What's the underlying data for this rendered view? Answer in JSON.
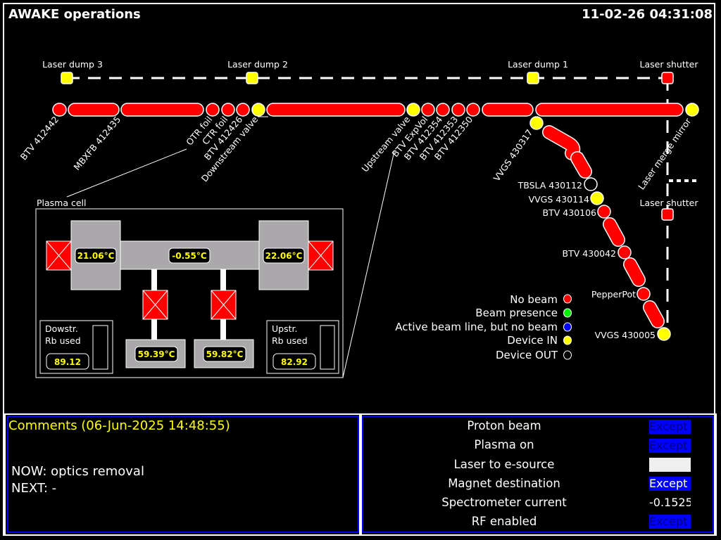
{
  "header": {
    "title": "AWAKE operations",
    "datetime": "11-02-26 04:31:08"
  },
  "colors": {
    "no_beam": "#ff0000",
    "beam_presence": "#00ee00",
    "active_no_beam": "#0000ff",
    "device_in": "#ffff00",
    "device_out": "#000000",
    "panel_border": "#0000ff",
    "comment_title": "#ffff00"
  },
  "laser_line": {
    "devices": [
      {
        "label": "Laser dump 3",
        "state": "device_in"
      },
      {
        "label": "Laser dump 2",
        "state": "device_in"
      },
      {
        "label": "Laser dump 1",
        "state": "device_in"
      },
      {
        "label": "Laser shutter",
        "state": "no_beam"
      }
    ],
    "lower_shutter": {
      "label": "Laser shutter",
      "state": "no_beam"
    }
  },
  "beamline": {
    "labels": [
      "BTV 412442",
      "MBXFB 412435",
      "OTR foil",
      "CTR foil",
      "BTV 412426",
      "Downstream valve",
      "Upstream valve",
      "BTV ExpVol",
      "BTV 412354",
      "BTV 412353",
      "BTV 412350",
      "VVGS 430317",
      "Laser merge mirror"
    ],
    "branch_labels": [
      "TBSLA 430112",
      "VVGS 430114",
      "BTV 430106",
      "BTV 430042",
      "PepperPot",
      "VVGS 430005"
    ]
  },
  "plasma_cell": {
    "title": "Plasma cell",
    "temp_downstream": "21.06°C",
    "temp_center": "-0.55°C",
    "temp_upstream": "22.06°C",
    "temp_reservoir_left": "59.39°C",
    "temp_reservoir_right": "59.82°C",
    "downstream_rb": {
      "label_line1": "Dowstr.",
      "label_line2": "Rb used",
      "value": "89.12"
    },
    "upstream_rb": {
      "label_line1": "Upstr.",
      "label_line2": "Rb used",
      "value": "82.92"
    }
  },
  "legend": [
    {
      "label": "No beam",
      "color": "#ff0000"
    },
    {
      "label": "Beam presence",
      "color": "#00ee00"
    },
    {
      "label": "Active beam line, but no beam",
      "color": "#0000ff"
    },
    {
      "label": "Device IN",
      "color": "#ffff00"
    },
    {
      "label": "Device OUT",
      "color": "#000000"
    }
  ],
  "comments": {
    "title": "Comments (06-Jun-2025 14:48:55)",
    "now": "NOW: optics removal",
    "next": "NEXT: -"
  },
  "status": [
    {
      "label": "Proton beam",
      "value": "Except",
      "style": "blue"
    },
    {
      "label": "Plasma on",
      "value": "Except",
      "style": "blue"
    },
    {
      "label": "Laser to e-source",
      "value": "",
      "style": "grey"
    },
    {
      "label": "Magnet destination",
      "value": "Except",
      "style": "blue-white"
    },
    {
      "label": "Spectrometer current",
      "value": "-0.1525",
      "style": "text"
    },
    {
      "label": "RF enabled",
      "value": "Except",
      "style": "blue"
    }
  ]
}
